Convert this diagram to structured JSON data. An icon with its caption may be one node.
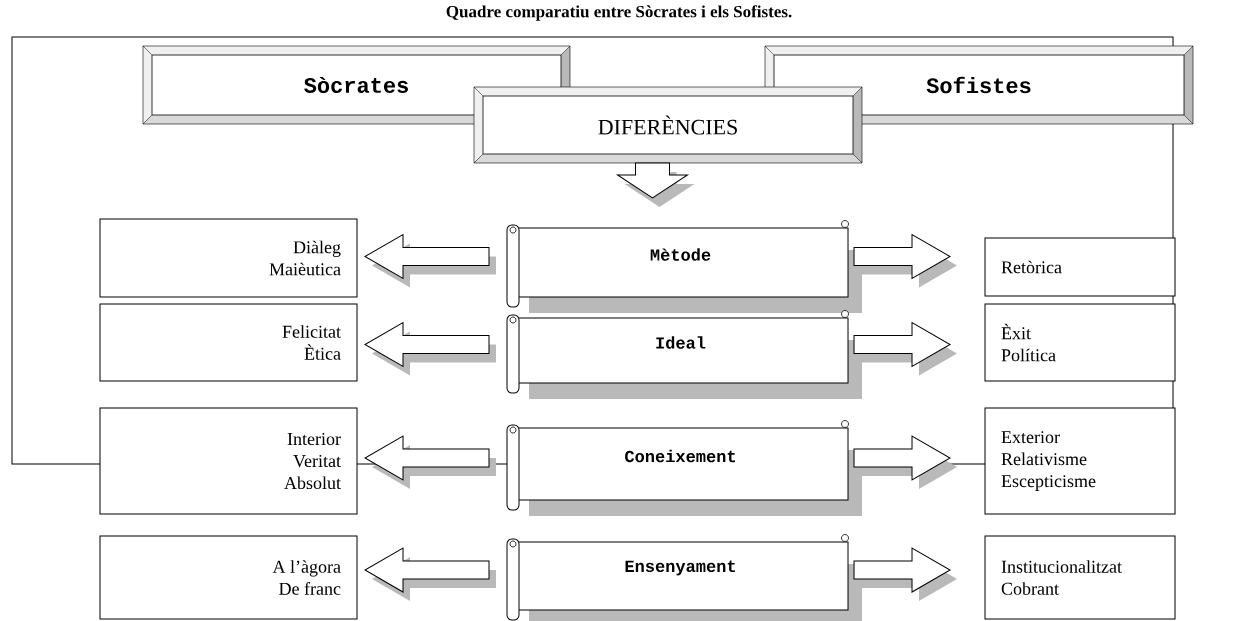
{
  "diagram": {
    "title": "Quadre comparatiu entre Sòcrates i els Sofistes.",
    "nodes": [
      {
        "text": [
          "Sòcrates"
        ]
      },
      {
        "text": [
          "Sofistes"
        ]
      },
      {
        "text": [
          "DIFERÈNCIES"
        ]
      },
      {
        "text": [
          "Diàleg Maièutica"
        ]
      },
      {
        "text": [
          "Mètode"
        ]
      },
      {
        "text": [
          "Retòrica"
        ]
      },
      {
        "text": [
          "Felicitat Ètica"
        ]
      },
      {
        "text": [
          "Ideal"
        ]
      },
      {
        "text": [
          "Èxit Política"
        ]
      },
      {
        "text": [
          "Interior Veritat Absolut"
        ]
      },
      {
        "text": [
          "Coneixement"
        ]
      },
      {
        "text": [
          "Exterior Relativisme Escepticisme"
        ]
      },
      {
        "text": [
          "A l’àgora De franc"
        ]
      },
      {
        "text": [
          "Ensenyament"
        ]
      },
      {
        "text": [
          "Institucionalitzat Cobrant"
        ]
      }
    ],
    "edges": [
      {
        "from": 2,
        "to": 4,
        "arrow": "to"
      },
      {
        "from": 4,
        "to": 3,
        "arrow": "to"
      },
      {
        "from": 4,
        "to": 5,
        "arrow": "to"
      },
      {
        "from": 7,
        "to": 6,
        "arrow": "to"
      },
      {
        "from": 7,
        "to": 8,
        "arrow": "to"
      },
      {
        "from": 10,
        "to": 9,
        "arrow": "to"
      },
      {
        "from": 10,
        "to": 11,
        "arrow": "to"
      },
      {
        "from": 13,
        "to": 12,
        "arrow": "to"
      },
      {
        "from": 13,
        "to": 14,
        "arrow": "to"
      }
    ]
  }
}
